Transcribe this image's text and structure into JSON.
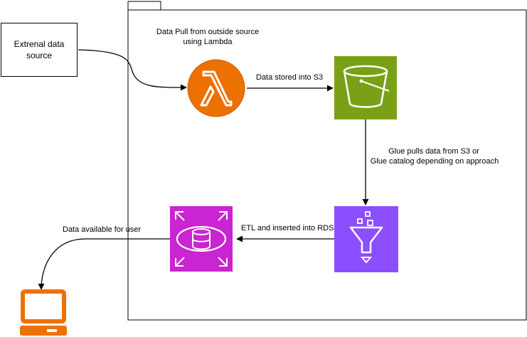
{
  "external_source": {
    "label": "Extrenal data\nsource"
  },
  "labels": {
    "lambda_pull": "Data Pull from outside source\nusing Lambda",
    "s3_store": "Data stored into S3",
    "glue_pull_line1": "Glue pulls data from S3 or",
    "glue_pull_line2": "Glue catalog depending on approach",
    "etl_rds": "ETL and inserted into RDS",
    "user_available": "Data available for user"
  },
  "icons": {
    "lambda": "aws-lambda-icon",
    "s3": "aws-s3-bucket-icon",
    "glue": "aws-glue-icon",
    "rds": "aws-rds-icon",
    "user": "laptop-icon"
  },
  "colors": {
    "lambda_orange": "#ED7100",
    "s3_green": "#7AA116",
    "glue_purple": "#8C4FFF",
    "rds_magenta": "#C925D1",
    "laptop_orange": "#ED7100"
  }
}
